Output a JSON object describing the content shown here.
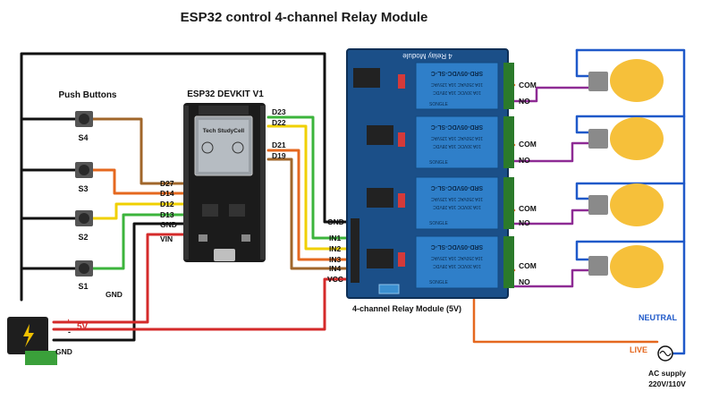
{
  "title": "ESP32 control 4-channel Relay Module",
  "push_buttons_label": "Push Buttons",
  "buttons": [
    {
      "label": "S4"
    },
    {
      "label": "S3"
    },
    {
      "label": "S2"
    },
    {
      "label": "S1"
    }
  ],
  "esp32": {
    "title": "ESP32 DEVKIT V1",
    "chip_brand": "Tech StudyCell",
    "left_pins": [
      "D27",
      "D14",
      "D12",
      "D13",
      "GND",
      "VIN"
    ],
    "right_pins": [
      "D23",
      "D22",
      "D21",
      "D19"
    ]
  },
  "relay_module": {
    "board_text": "4 Relay Module",
    "caption": "4-channel Relay Module (5V)",
    "input_pins": [
      "GND",
      "IN1",
      "IN2",
      "IN3",
      "IN4",
      "VCC"
    ],
    "relay_model": "SRD-05VDC-SL-C",
    "relay_rating_lines": [
      "10A 250VAC 10A 125VAC",
      "10A 30VDC 10A 28VDC"
    ],
    "relay_brand": "SONGLE",
    "com_label": "COM",
    "no_label": "NO"
  },
  "power": {
    "gnd_label": "GND",
    "plus_label": "+",
    "minus_label": "-",
    "v5_label": "5V",
    "gnd_bottom_label": "GND"
  },
  "ac": {
    "neutral": "NEUTRAL",
    "live": "LIVE",
    "supply_line1": "AC supply",
    "supply_line2": "220V/110V"
  },
  "colors": {
    "brown": "#a0662a",
    "orange": "#e5681f",
    "yellow": "#f0d000",
    "green": "#3cb43c",
    "red": "#d42a2a",
    "black": "#111111",
    "purple": "#8e2b94",
    "blue": "#1f59c9",
    "relay_blue": "#1b4f88",
    "esp_black": "#1b1b1b",
    "bulb_yellow": "#f6c03a"
  }
}
